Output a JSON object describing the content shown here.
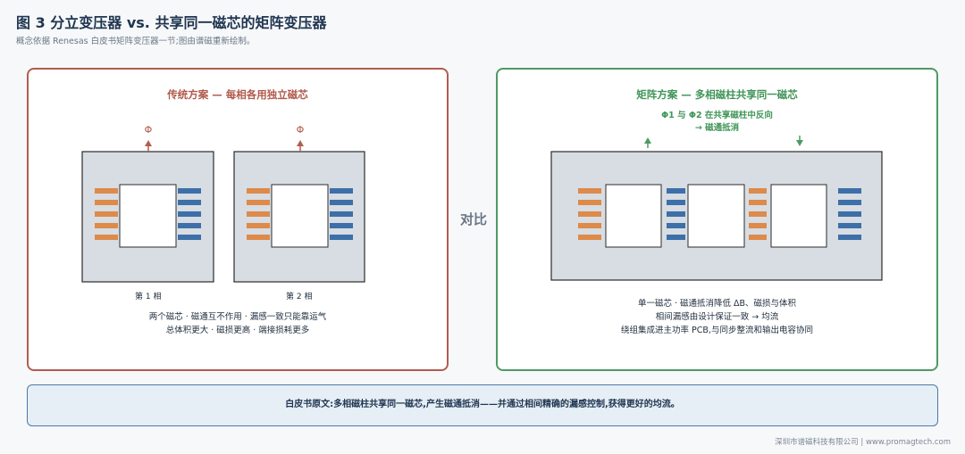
{
  "header": {
    "title": "图 3  分立变压器 vs. 共享同一磁芯的矩阵变压器",
    "subtitle": "概念依据 Renesas 白皮书矩阵变压器一节;图由谱磁重新绘制。"
  },
  "left_panel": {
    "title": "传统方案 — 每相各用独立磁芯",
    "phi_symbol": "Φ",
    "phase_labels": [
      "第 1 相",
      "第 2 相"
    ],
    "description": [
      "两个磁芯 · 磁通互不作用 · 漏感一致只能靠运气",
      "总体积更大 · 磁损更高 · 端接损耗更多"
    ]
  },
  "vs_label": "对比",
  "right_panel": {
    "title": "矩阵方案 — 多相磁柱共享同一磁芯",
    "note": [
      "Φ1 与 Φ2 在共享磁柱中反向",
      "→ 磁通抵消"
    ],
    "description": [
      "单一磁芯 · 磁通抵消降低 ΔB、磁损与体积",
      "相间漏感由设计保证一致 → 均流",
      "绕组集成进主功率 PCB,与同步整流和输出电容协同"
    ]
  },
  "banner": {
    "text": "白皮书原文:多相磁柱共享同一磁芯,产生磁通抵消——并通过相间精确的漏感控制,获得更好的均流。"
  },
  "footer": {
    "text": "深圳市谱磁科技有限公司 | www.promagtech.com"
  },
  "colors": {
    "left_accent": "#b35c4f",
    "right_accent": "#4f9a63",
    "core_fill": "#d7dde2",
    "winding_orange": "#dd8a4a",
    "winding_blue": "#3d6fa8",
    "banner_border": "#4d79a6"
  }
}
